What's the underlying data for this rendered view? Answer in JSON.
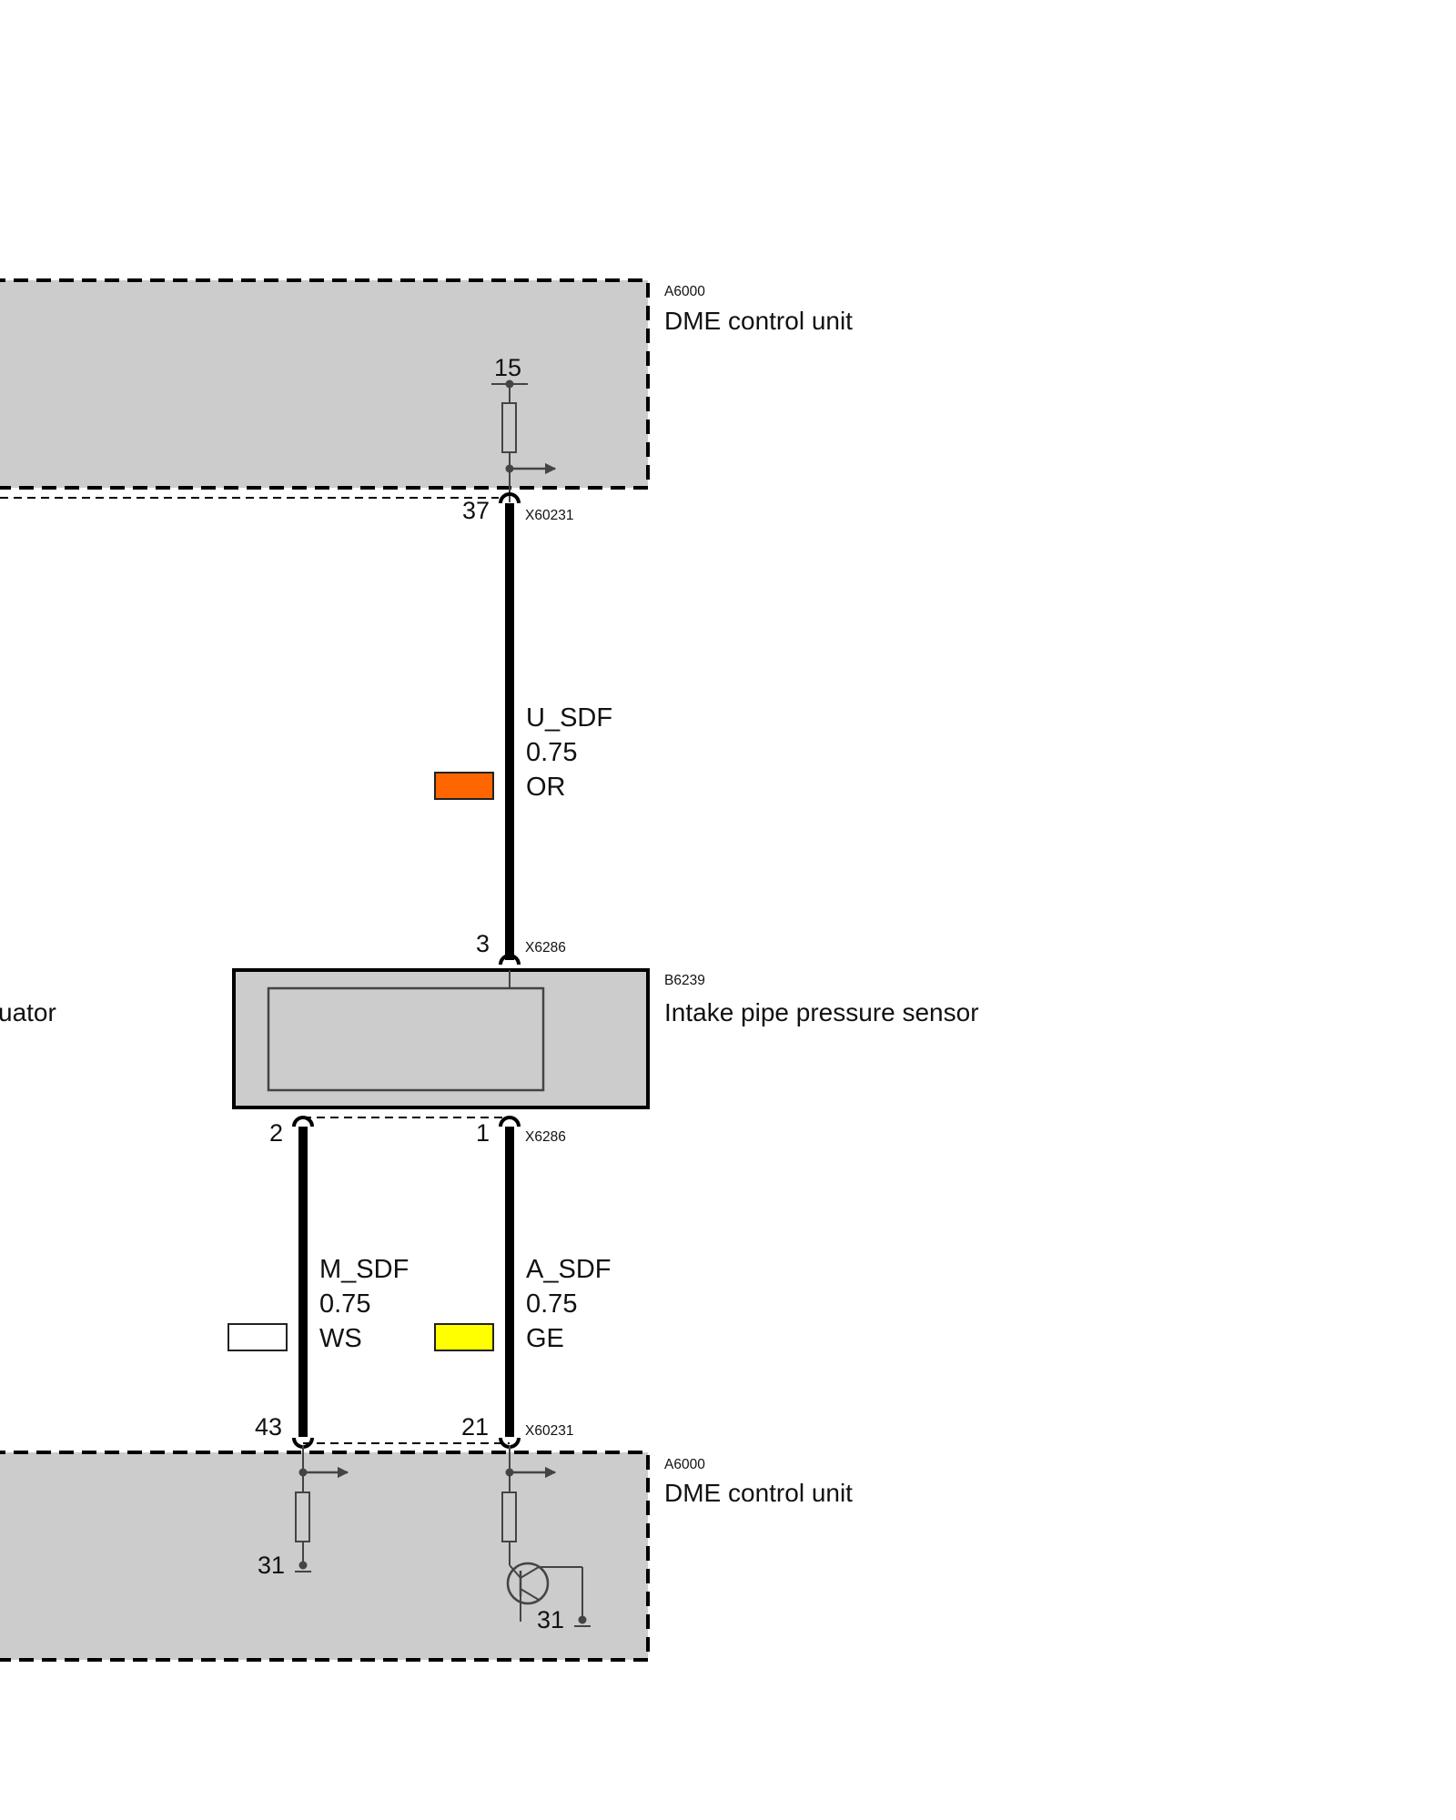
{
  "colors": {
    "box_fill": "#cccccc",
    "line": "#000000",
    "symbol": "#444444",
    "wire_or": "#ff6600",
    "wire_ws": "#ffffff",
    "wire_ge": "#ffff00"
  },
  "dme_top": {
    "code": "A6000",
    "name": "DME control unit",
    "terminal": "15",
    "pin": "37",
    "connector": "X60231"
  },
  "sensor": {
    "code": "B6239",
    "name": "Intake pipe pressure sensor",
    "pin_top": "3",
    "connector_top": "X6286",
    "pin_left": "2",
    "pin_right": "1",
    "connector_bottom": "X6286"
  },
  "partial_left_label": "uator",
  "wires": {
    "u_sdf": {
      "signal": "U_SDF",
      "gauge": "0.75",
      "color_code": "OR"
    },
    "m_sdf": {
      "signal": "M_SDF",
      "gauge": "0.75",
      "color_code": "WS"
    },
    "a_sdf": {
      "signal": "A_SDF",
      "gauge": "0.75",
      "color_code": "GE"
    }
  },
  "dme_bottom": {
    "code": "A6000",
    "name": "DME control unit",
    "pin_left": "43",
    "pin_right": "21",
    "connector": "X60231",
    "ground_left": "31",
    "ground_right": "31"
  }
}
